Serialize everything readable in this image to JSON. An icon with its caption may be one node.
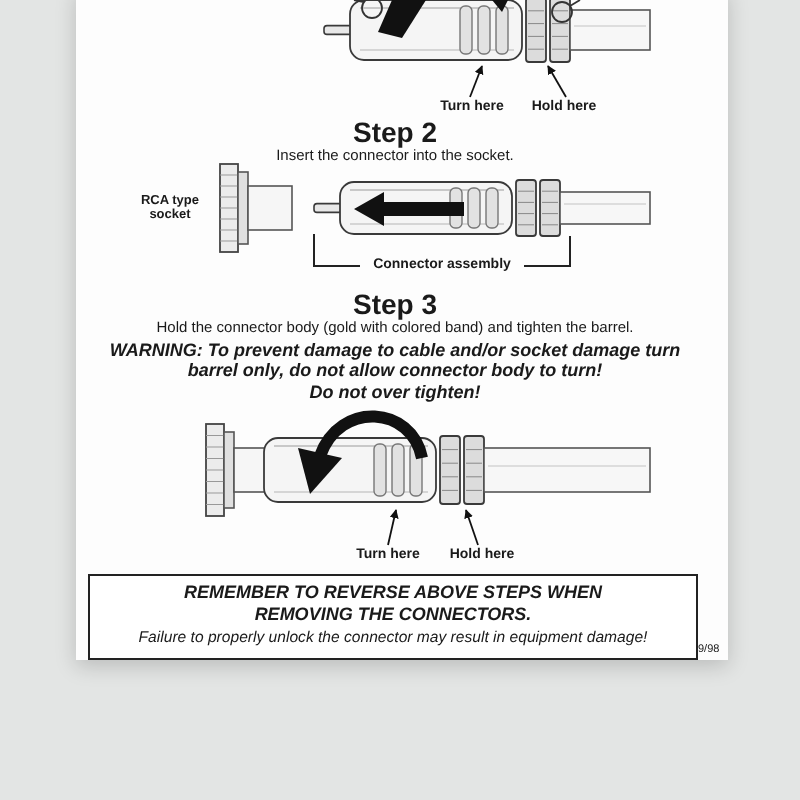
{
  "diagram": {
    "nodes": [
      {
        "text": [
          "Turn here"
        ]
      },
      {
        "text": [
          "Hold here"
        ]
      },
      {
        "text": [
          "Turn here"
        ]
      },
      {
        "text": [
          "Hold here"
        ]
      },
      {
        "text": [
          "REMEMBER TO REVERSE ABOVE STEPS WHEN REMOVING THE CONNECTORS.",
          "Failure to properly unlock the connector may result in equipment damage!"
        ]
      }
    ],
    "edges": [
      {
        "from": 0,
        "to": null,
        "arrow": "to"
      },
      {
        "from": 1,
        "to": null,
        "arrow": "to"
      },
      {
        "from": 2,
        "to": null,
        "arrow": "to"
      },
      {
        "from": 3,
        "to": null,
        "arrow": "to"
      }
    ],
    "labels": [
      "Step 2",
      "Insert the connector into the socket.",
      "RCA type socket",
      "Connector assembly",
      "Step 3",
      "Hold the connector body (gold with colored band) and tighten the barrel.",
      "WARNING: To prevent damage to cable and/or socket damage turn barrel only, do not allow connector body to turn!",
      "Do not over tighten!",
      "9/98"
    ]
  }
}
